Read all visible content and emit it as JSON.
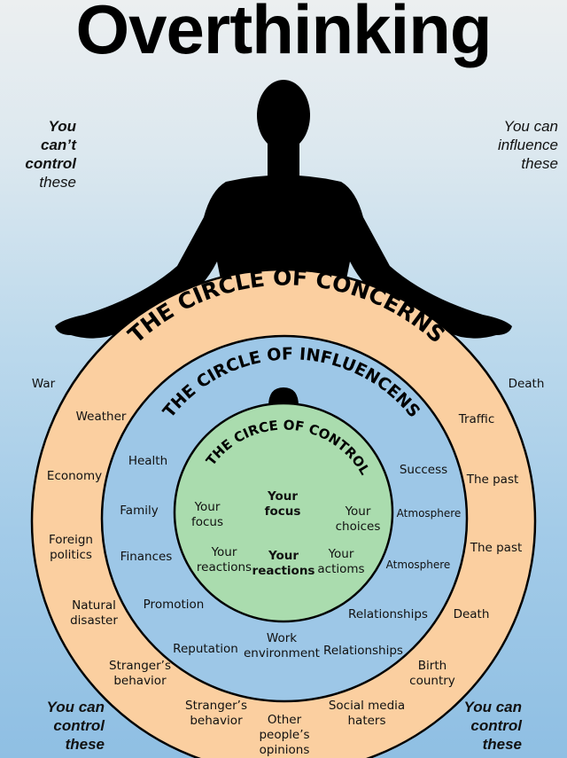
{
  "title": "Overthinking",
  "corners": {
    "top_left": [
      "You",
      "can’t",
      "control",
      "these"
    ],
    "top_right": [
      "You can",
      "influence",
      "these"
    ],
    "bottom_left": [
      "You can",
      "control",
      "these"
    ],
    "bottom_right": [
      "You can",
      "control",
      "these"
    ]
  },
  "colors": {
    "concerns_ring": "#fbcfa0",
    "influence_ring": "#9dc7e7",
    "control_circle": "#aadcae",
    "outline": "#000000",
    "silhouette": "#000000"
  },
  "circles": {
    "concerns": {
      "title": "THE CIRCLE OF CONCERNS",
      "items_outside": [
        "War",
        "Death"
      ],
      "items": [
        "Weather",
        "Economy",
        "Foreign politics",
        "Natural disaster",
        "Stranger’s behavior",
        "Stranger’s behavior",
        "Other people’s opinions",
        "Social media haters",
        "Birth country",
        "Death",
        "The past",
        "The past",
        "Traffic"
      ]
    },
    "influence": {
      "title": "THE CIRCLE OF INFLUENCENS",
      "items": [
        "Health",
        "Family",
        "Finances",
        "Promotion",
        "Reputation",
        "Work environment",
        "Relationships",
        "Relationships",
        "Atmosphere",
        "Atmosphere",
        "Success"
      ]
    },
    "control": {
      "title": "THE CIRCE OF CONTROL",
      "items": [
        "Your focus",
        "Your focus",
        "Your choices",
        "Your reactions",
        "Your reactions",
        "Your actioms"
      ]
    }
  }
}
